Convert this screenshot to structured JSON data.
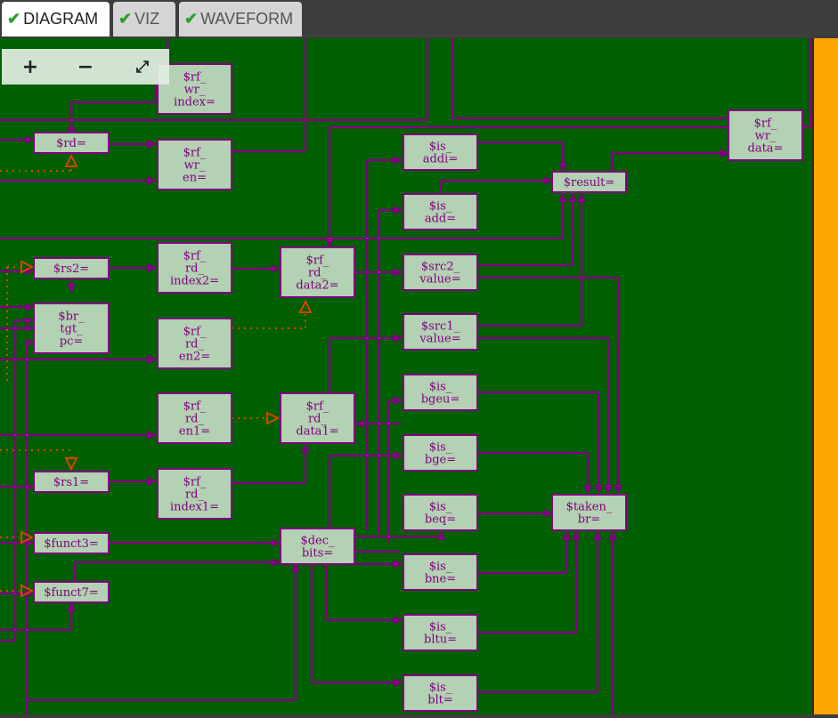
{
  "tabs": [
    {
      "label": "DIAGRAM",
      "active": true
    },
    {
      "label": "VIZ",
      "active": false
    },
    {
      "label": "WAVEFORM",
      "active": false
    }
  ],
  "zoom_controls": {
    "zoom_in": "+",
    "zoom_out": "−",
    "fit": "⤢"
  },
  "colors": {
    "background": "#005f00",
    "node_fill": "#b3d1b3",
    "wire": "#800080",
    "accent_bar": "#ffa500",
    "hint": "#d94400"
  },
  "nodes": [
    {
      "id": "rf_wr_index",
      "label": "$rf_ wr_ index="
    },
    {
      "id": "rd",
      "label": "$rd="
    },
    {
      "id": "rf_wr_en",
      "label": "$rf_ wr_ en="
    },
    {
      "id": "is_addi",
      "label": "$is_ addi="
    },
    {
      "id": "rf_wr_data",
      "label": "$rf_ wr_ data="
    },
    {
      "id": "result",
      "label": "$result="
    },
    {
      "id": "is_add",
      "label": "$is_ add="
    },
    {
      "id": "rs2",
      "label": "$rs2="
    },
    {
      "id": "rf_rd_index2",
      "label": "$rf_ rd_ index2="
    },
    {
      "id": "rf_rd_data2",
      "label": "$rf_ rd_ data2="
    },
    {
      "id": "src2_value",
      "label": "$src2_ value="
    },
    {
      "id": "br_tgt_pc",
      "label": "$br_ tgt_ pc="
    },
    {
      "id": "rf_rd_en2",
      "label": "$rf_ rd_ en2="
    },
    {
      "id": "src1_value",
      "label": "$src1_ value="
    },
    {
      "id": "is_bgeu",
      "label": "$is_ bgeu="
    },
    {
      "id": "rf_rd_en1",
      "label": "$rf_ rd_ en1="
    },
    {
      "id": "rf_rd_data1",
      "label": "$rf_ rd_ data1="
    },
    {
      "id": "is_bge",
      "label": "$is_ bge="
    },
    {
      "id": "rs1",
      "label": "$rs1="
    },
    {
      "id": "rf_rd_index1",
      "label": "$rf_ rd_ index1="
    },
    {
      "id": "is_beq",
      "label": "$is_ beq="
    },
    {
      "id": "taken_br",
      "label": "$taken_ br="
    },
    {
      "id": "funct3",
      "label": "$funct3="
    },
    {
      "id": "dec_bits",
      "label": "$dec_ bits="
    },
    {
      "id": "is_bne",
      "label": "$is_ bne="
    },
    {
      "id": "funct7",
      "label": "$funct7="
    },
    {
      "id": "is_bltu",
      "label": "$is_ bltu="
    },
    {
      "id": "is_blt",
      "label": "$is_ blt="
    }
  ]
}
